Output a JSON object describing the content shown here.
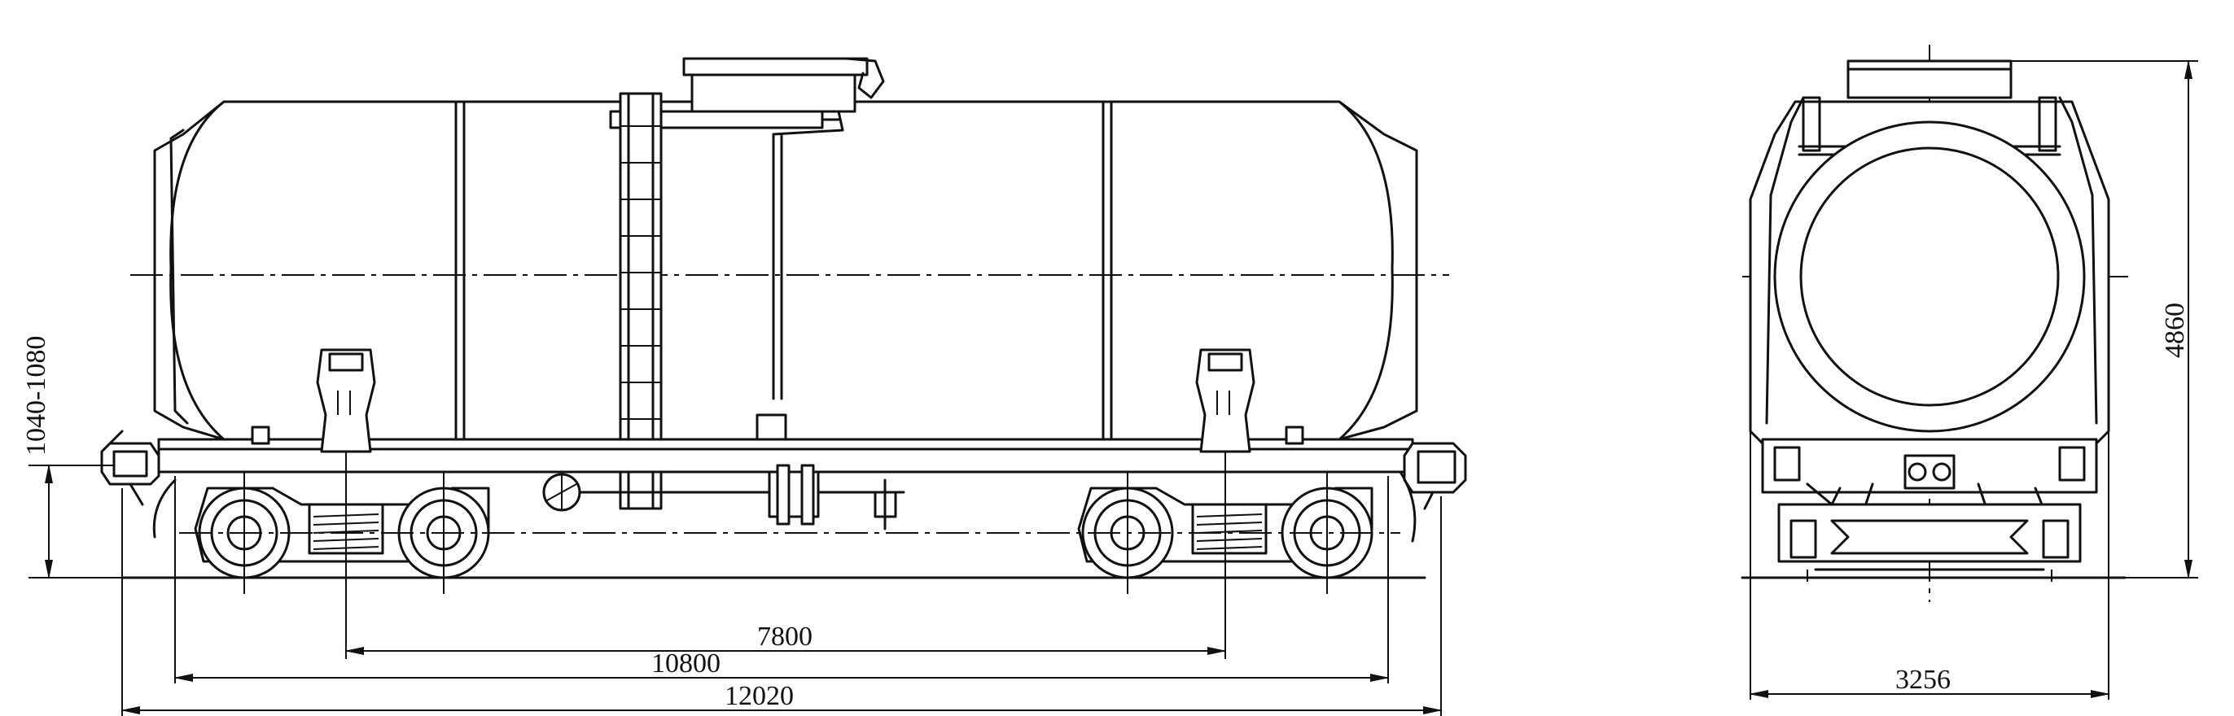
{
  "dimensions": {
    "bogie_base": "7800",
    "frame_length": "10800",
    "coupler_length": "12020",
    "coupler_height": "1040-1080",
    "overall_height": "4860",
    "overall_width": "3256"
  }
}
